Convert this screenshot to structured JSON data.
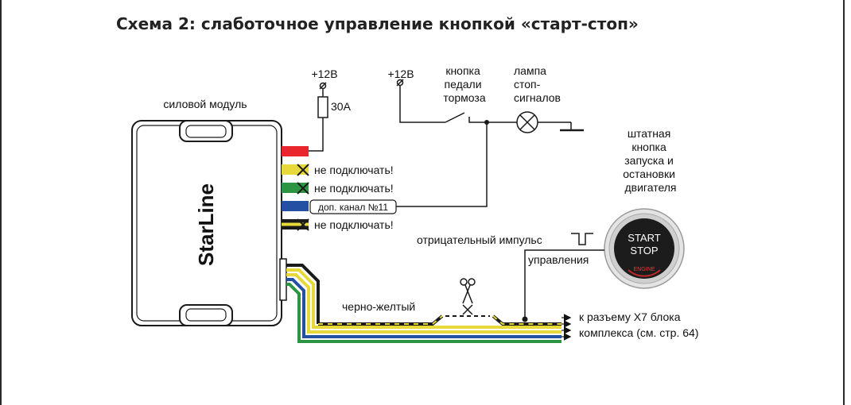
{
  "title": "Схема 2:  слаботочное управление кнопкой «старт-стоп»",
  "power_module": {
    "label": "силовой модуль",
    "brand": "StarLine"
  },
  "fuse": {
    "voltage": "+12В",
    "rating": "30А"
  },
  "brake_circuit": {
    "voltage": "+12В",
    "pedal_button": [
      "кнопка",
      "педали",
      "тормоза"
    ],
    "stop_lamp": [
      "лампа",
      "стоп-",
      "сигналов"
    ]
  },
  "wires": [
    {
      "color": "#e8262b",
      "label": ""
    },
    {
      "color": "#e7d93a",
      "label": "не подключать!"
    },
    {
      "color": "#2d9444",
      "label": "не подключать!"
    },
    {
      "color": "#2450a4",
      "label": "доп. канал №11"
    },
    {
      "color": "#1a1a1a",
      "stripe": "#e7d93a",
      "label": "не подключать!"
    }
  ],
  "start_button": {
    "description": [
      "штатная",
      "кнопка",
      "запуска и",
      "остановки",
      "двигателя"
    ],
    "line1": "START",
    "line2": "STOP",
    "ring_text": "ENGINE"
  },
  "pulse_label": [
    "отрицательный импульс",
    "управления"
  ],
  "cut_wire_label": "черно-желтый",
  "connector_label": [
    "к разъему X7 блока",
    "комплекса (см. стр. 64)"
  ],
  "colors": {
    "yellow": "#e7d93a",
    "green": "#2d9444",
    "blue": "#2450a4",
    "red": "#e8262b",
    "black": "#1a1a1a"
  }
}
